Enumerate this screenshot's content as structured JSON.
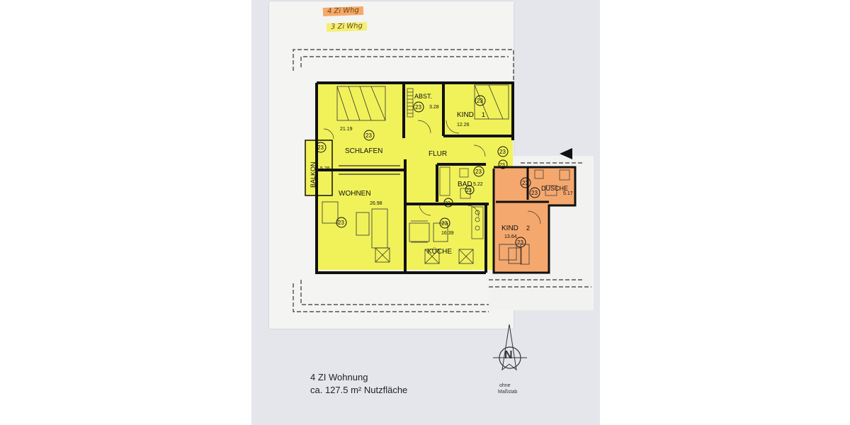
{
  "legend": {
    "four_room": "4 Zi Whg",
    "three_room": "3 Zi Whg",
    "four_room_color": "#f6a86a",
    "three_room_color": "#f3f075"
  },
  "colors": {
    "yellow_fill": "#f1f25a",
    "orange_fill": "#f5a86e",
    "wall": "#111111",
    "paper": "#e4e6ec"
  },
  "rooms": [
    {
      "id": "schlafen",
      "name": "SCHLAFEN",
      "area": "21.19",
      "tag": "23"
    },
    {
      "id": "abst",
      "name": "ABST.",
      "area": "3.28",
      "tag": "23"
    },
    {
      "id": "kind1",
      "name": "KIND",
      "area": "12.26",
      "tag": "23",
      "number": "1"
    },
    {
      "id": "flur",
      "name": "FLUR",
      "area": "",
      "tag": "23"
    },
    {
      "id": "balkon",
      "name": "BALKON",
      "area": "5.76",
      "tag": "23"
    },
    {
      "id": "bad",
      "name": "BAD",
      "area": "5.22",
      "tag": "23"
    },
    {
      "id": "wohnen",
      "name": "WOHNEN",
      "area": "26.98",
      "tag": "23"
    },
    {
      "id": "kueche",
      "name": "KÜCHE",
      "area": "16.39",
      "tag": "23"
    },
    {
      "id": "dusche",
      "name": "DUSCHE",
      "area": "5.17",
      "tag": "23"
    },
    {
      "id": "kind2",
      "name": "KIND",
      "area": "13.64",
      "tag": "23",
      "number": "2"
    }
  ],
  "extra_tags": [
    "23",
    "23",
    "23",
    "23"
  ],
  "footer": {
    "title": "4 ZI Wohnung",
    "area": "ca. 127.5 m² Nutzfläche"
  },
  "north": {
    "letter": "N",
    "scale_line1": "ohne",
    "scale_line2": "Maßstab"
  },
  "icons": [
    "entrance-arrow-icon",
    "north-arrow-icon",
    "stair-icon",
    "window-icon",
    "door-icon"
  ]
}
